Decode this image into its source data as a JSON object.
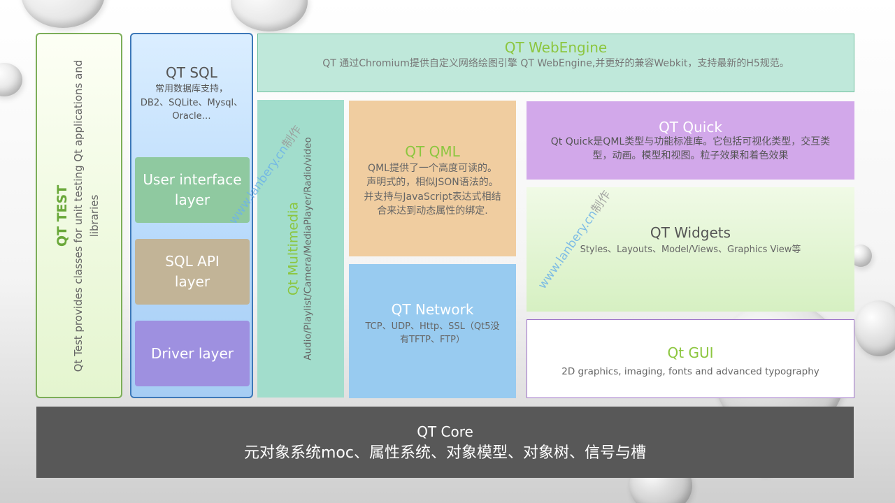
{
  "qt_test": {
    "title": "QT TEST",
    "description": "Qt Test provides classes for unit testing Qt applications and libraries"
  },
  "qt_sql": {
    "title": "QT SQL",
    "description_lines": [
      "常用数据库支持，",
      "DB2、SQLite、Mysql、",
      "Oracle…"
    ],
    "layers": [
      {
        "label_lines": [
          "User interface",
          "layer"
        ],
        "color": "#8fc9a0"
      },
      {
        "label_lines": [
          "SQL API",
          "layer"
        ],
        "color": "#c2b497"
      },
      {
        "label_lines": [
          "Driver layer"
        ],
        "color": "#9e90e0"
      }
    ]
  },
  "webengine": {
    "title": "QT WebEngine",
    "description": "QT 通过Chromium提供自定义网络绘图引擎 QT WebEngine,并更好的兼容Webkit，支持最新的H5规范。"
  },
  "multimedia": {
    "title": "Qt Multimedia",
    "description": "Audio/Playlist/Camera/MediaPlayer/Radio/video"
  },
  "qml": {
    "title": "QT QML",
    "description_lines": [
      "QML提供了一个高度可读的。",
      "声明式的，相似JSON语法的。",
      "并支持与JavaScript表达式相结",
      "合来达到动态属性的绑定."
    ]
  },
  "network": {
    "title": "QT Network",
    "description_lines": [
      "TCP、UDP、Http、SSL（Qt5没",
      "有TFTP、FTP）"
    ]
  },
  "quick": {
    "title": "QT Quick",
    "description_lines": [
      "Qt Quick是QML类型与功能标准库。它包括可视化类型，交互类",
      "型，动画。模型和视图。粒子效果和着色效果"
    ]
  },
  "widgets": {
    "title": "QT Widgets",
    "description": "Styles、Layouts、Model/Views、Graphics View等"
  },
  "gui": {
    "title": "Qt GUI",
    "description": "2D graphics, imaging, fonts and advanced typography"
  },
  "core": {
    "title": "QT Core",
    "description": "元对象系统moc、属性系统、对象模型、对象树、信号与槽"
  },
  "watermark": {
    "url": "www.lanbery.cn",
    "suffix": "制作"
  },
  "colors": {
    "accent_green": "#8cc63f",
    "core_bg": "#585858"
  }
}
